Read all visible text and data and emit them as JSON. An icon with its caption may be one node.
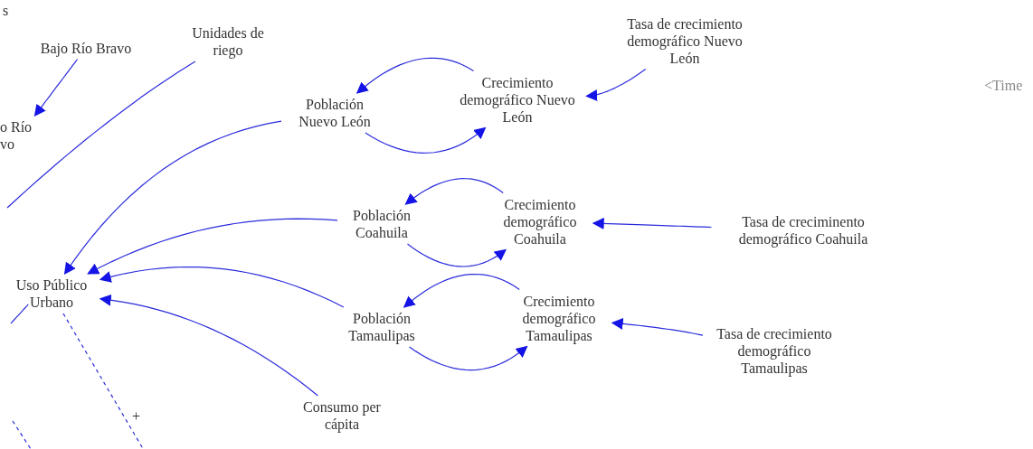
{
  "diagram": {
    "nodes": [
      {
        "text": [
          "Bajo Río Bravo"
        ]
      },
      {
        "text": [
          "Unidades de riego"
        ]
      },
      {
        "text": [
          "o Río vo"
        ]
      },
      {
        "text": [
          "Población Nuevo León"
        ]
      },
      {
        "text": [
          "Crecimiento demográfico Nuevo León"
        ]
      },
      {
        "text": [
          "Tasa de crecimiento demográfico Nuevo León"
        ]
      },
      {
        "text": [
          "Población Coahuila"
        ]
      },
      {
        "text": [
          "Crecimiento demográfico Coahuila"
        ]
      },
      {
        "text": [
          "Tasa de creciminento demográfico Coahuila"
        ]
      },
      {
        "text": [
          "Uso Público Urbano"
        ]
      },
      {
        "text": [
          "Población Tamaulipas"
        ]
      },
      {
        "text": [
          "Crecimiento demográfico Tamaulipas"
        ]
      },
      {
        "text": [
          "Tasa de crecimiento demográfico Tamaulipas"
        ]
      },
      {
        "text": [
          "Consumo per cápita"
        ]
      }
    ],
    "edges": [
      {
        "from": 0,
        "to": 2,
        "arrow": "to"
      },
      {
        "from": 1,
        "to": null,
        "arrow": "none"
      },
      {
        "from": 3,
        "to": 9,
        "arrow": "to"
      },
      {
        "from": 4,
        "to": 3,
        "arrow": "to"
      },
      {
        "from": 3,
        "to": 4,
        "arrow": "to"
      },
      {
        "from": 5,
        "to": 4,
        "arrow": "to"
      },
      {
        "from": 6,
        "to": 9,
        "arrow": "to"
      },
      {
        "from": 7,
        "to": 6,
        "arrow": "to"
      },
      {
        "from": 6,
        "to": 7,
        "arrow": "to"
      },
      {
        "from": 8,
        "to": 7,
        "arrow": "to"
      },
      {
        "from": 10,
        "to": 9,
        "arrow": "to"
      },
      {
        "from": 11,
        "to": 10,
        "arrow": "to"
      },
      {
        "from": 10,
        "to": 11,
        "arrow": "to"
      },
      {
        "from": 12,
        "to": 11,
        "arrow": "to"
      },
      {
        "from": 13,
        "to": 9,
        "arrow": "to"
      },
      {
        "from": 9,
        "to": null,
        "arrow": "none",
        "style": "dashed"
      },
      {
        "from": 9,
        "to": null,
        "arrow": "none"
      }
    ],
    "labels": [
      "s",
      "<Time",
      "+"
    ]
  }
}
